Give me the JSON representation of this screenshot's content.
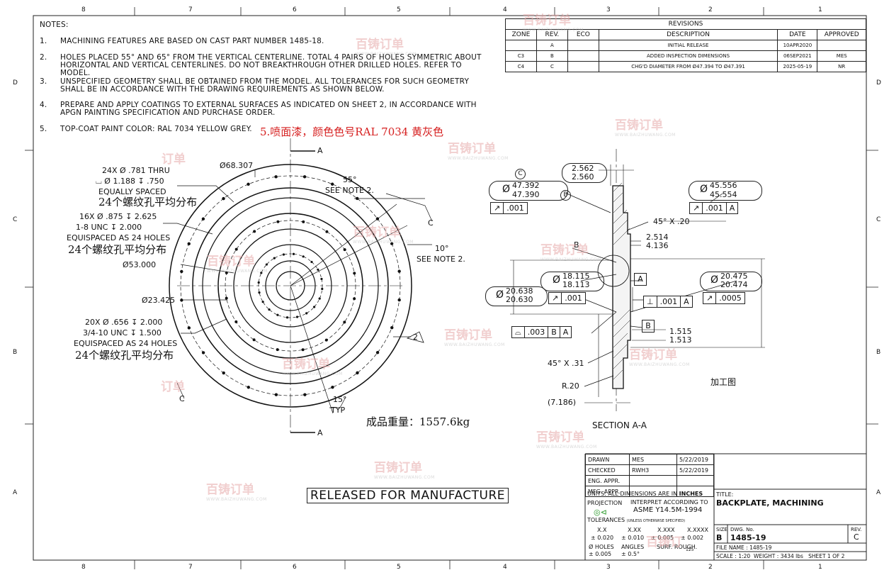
{
  "frame": {
    "zones_top": [
      "8",
      "7",
      "6",
      "5",
      "4",
      "3",
      "2",
      "1"
    ],
    "zones_side": [
      "D",
      "C",
      "B",
      "A"
    ]
  },
  "notes": {
    "heading": "NOTES:",
    "items": [
      {
        "n": "1.",
        "text": "MACHINING FEATURES ARE BASED ON CAST PART NUMBER 1485-18."
      },
      {
        "n": "2.",
        "text": "HOLES PLACED 55° AND 65° FROM THE VERTICAL CENTERLINE. TOTAL 4 PAIRS OF HOLES SYMMETRIC ABOUT HORIZONTAL AND VERTICAL CENTERLINES. DO NOT BREAKTHROUGH OTHER DRILLED HOLES. REFER TO MODEL."
      },
      {
        "n": "3.",
        "text": "UNSPECIFIED GEOMETRY SHALL BE OBTAINED FROM THE MODEL. ALL TOLERANCES FOR SUCH GEOMETRY SHALL BE IN ACCORDANCE WITH THE DRAWING REQUIREMENTS AS SHOWN BELOW."
      },
      {
        "n": "4.",
        "text": "PREPARE AND APPLY COATINGS TO EXTERNAL SURFACES AS INDICATED ON SHEET 2, IN ACCORDANCE WITH APGN PAINTING SPECIFICATION AND PURCHASE ORDER."
      },
      {
        "n": "5.",
        "text": "TOP-COAT PAINT COLOR: RAL 7034 YELLOW GREY."
      }
    ],
    "note5_cn": "5.喷面漆，颜色色号RAL 7034 黄灰色"
  },
  "revisions": {
    "title": "REVISIONS",
    "headers": [
      "ZONE",
      "REV.",
      "ECO",
      "DESCRIPTION",
      "DATE",
      "APPROVED"
    ],
    "rows": [
      [
        "",
        "A",
        "",
        "INITIAL RELEASE",
        "10APR2020",
        ""
      ],
      [
        "C3",
        "B",
        "",
        "ADDED INSPECTION DIMENSIONS",
        "06SEP2021",
        "MES"
      ],
      [
        "C4",
        "C",
        "",
        "CHG'D DIAMETER FROM Ø47.394 TO Ø47.391",
        "2025-05-19",
        "NR"
      ]
    ]
  },
  "front_view": {
    "cut_label": "A",
    "d_outer": "Ø68.307",
    "d_53": "Ø53.000",
    "d_23": "Ø23.425",
    "hole1": [
      "24X  Ø .781 THRU",
      "⌴ Ø 1.188 ↧ .750",
      "EQUALLY SPACED"
    ],
    "hole1_cn": "24个螺纹孔平均分布",
    "hole2": [
      "16X  Ø .875 ↧ 2.625",
      "1-8 UNC  ↧ 2.000",
      "EQUISPACED AS 24 HOLES"
    ],
    "hole2_cn": "24个螺纹孔平均分布",
    "hole3": [
      "20X  Ø .656 ↧ 2.000",
      "3/4-10 UNC  ↧ 1.500",
      "EQUISPACED AS 24 HOLES"
    ],
    "hole3_cn": "24个螺纹孔平均分布",
    "angle55": "55°",
    "see_note2": "SEE NOTE 2.",
    "angle10": "10°",
    "see_note2b": "SEE NOTE 2.",
    "angle15": "15°",
    "typ": "TYP",
    "c_label": "C",
    "c_label2": "C",
    "flag": "2",
    "weight_cn": "成品重量：1557.6kg"
  },
  "section_view": {
    "title": "SECTION A-A",
    "d47": [
      "47.392",
      "47.390"
    ],
    "d45": [
      "45.556",
      "45.554"
    ],
    "d20a": [
      "20.638",
      "20.630"
    ],
    "d18": [
      "18.115",
      "18.113"
    ],
    "d20b": [
      "20.475",
      "20.474"
    ],
    "w256": [
      "2.562",
      "2.560"
    ],
    "chamfer1": "45° X .20",
    "chamfer2": "45° X .31",
    "d2514": "2.514",
    "d4136": "4.136",
    "d1515": [
      "1.515",
      "1.513"
    ],
    "r20": "R.20",
    "d7186": "(7.186)",
    "fcf1": [
      ".001"
    ],
    "fcf2": [
      ".001",
      "A"
    ],
    "fcf3": [
      ".001"
    ],
    "fcf4": [
      ".0005"
    ],
    "fcf5": [
      ".001",
      "A"
    ],
    "fcf6": [
      ".003",
      "B",
      "A"
    ],
    "datum_a": "A",
    "datum_b": "B",
    "b_label": "B",
    "c_circle": "C",
    "b_circle": "B",
    "processing_cn": "加工图"
  },
  "released": "RELEASED FOR MANUFACTURE",
  "title_block": {
    "drawn_label": "DRAWN",
    "drawn_by": "MES",
    "drawn_date": "5/22/2019",
    "checked_label": "CHECKED",
    "checked_by": "RWH3",
    "checked_date": "5/22/2019",
    "eng_label": "ENG. APPR.",
    "mfg_label": "MFG. APPR.",
    "units_text": "UNITS:  ALL DIMENSIONS ARE IN",
    "units_value": "INCHES",
    "projection_label": "PROJECTION",
    "interpret_label": "INTERPRET ACCORDING TO",
    "standard": "ASME Y14.5M-1994",
    "tolerances_label": "TOLERANCES",
    "tolerances_sub": "(UNLESS OTHERWISE SPECIFIED)",
    "tol_headers": [
      "X.X",
      "X.XX",
      "X.XXX",
      "X.XXXX"
    ],
    "tol_values": [
      "± 0.020",
      "± 0.010",
      "± 0.005",
      "± 0.002"
    ],
    "holes_label": "Ø HOLES",
    "holes_value": "± 0.005",
    "angles_label": "ANGLES",
    "angles_value": "± 0.5°",
    "surf_label": "SURF. ROUGH.",
    "surf_value": "125",
    "title_label": "TITLE:",
    "title": "BACKPLATE, MACHINING",
    "size_label": "SIZE",
    "size": "B",
    "dwg_label": "DWG. No.",
    "dwg": "1485-19",
    "rev_label": "REV.",
    "rev": "C",
    "file_label": "FILE NAME :",
    "file": "1485-19",
    "scale_label": "SCALE :",
    "scale": "1:20",
    "weight_label": "WEIGHT :",
    "weight": "3434 lbs",
    "sheet": "SHEET 1 OF 2"
  },
  "watermark": {
    "brand": "百铸订单",
    "url": "WWW.BAIZHUWANG.COM",
    "short1": "订单",
    "short2": "订单",
    "short3": "百铸订"
  }
}
